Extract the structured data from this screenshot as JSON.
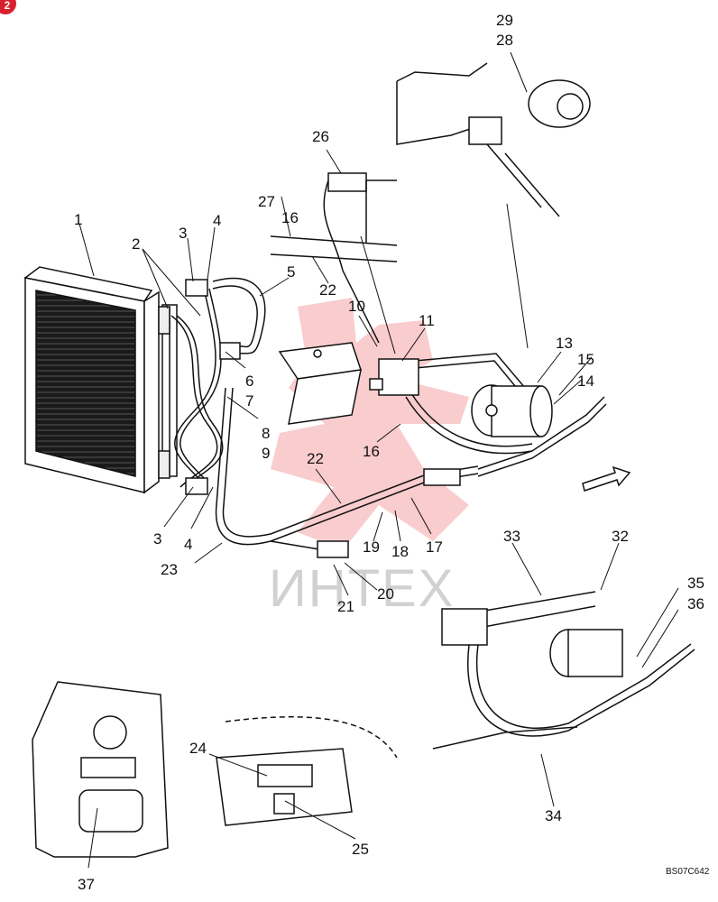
{
  "corner_badge": "2",
  "watermark": "ИНТЕХ",
  "drawing_code": "BS07C642",
  "callouts": {
    "c1": "1",
    "c2": "2",
    "c3a": "3",
    "c3b": "3",
    "c4a": "4",
    "c4b": "4",
    "c5": "5",
    "c6": "6",
    "c7": "7",
    "c8": "8",
    "c9": "9",
    "c10": "10",
    "c11": "11",
    "c13": "13",
    "c14": "14",
    "c15": "15",
    "c16a": "16",
    "c16b": "16",
    "c17": "17",
    "c18": "18",
    "c19": "19",
    "c20": "20",
    "c21": "21",
    "c22a": "22",
    "c22b": "22",
    "c23": "23",
    "c24": "24",
    "c25": "25",
    "c26": "26",
    "c27": "27",
    "c28": "28",
    "c29": "29",
    "c32": "32",
    "c33": "33",
    "c34": "34",
    "c35": "35",
    "c36": "36",
    "c37": "37"
  },
  "accent_colors": {
    "watermark_red": "#e8474f",
    "badge_red": "#d8202e"
  }
}
